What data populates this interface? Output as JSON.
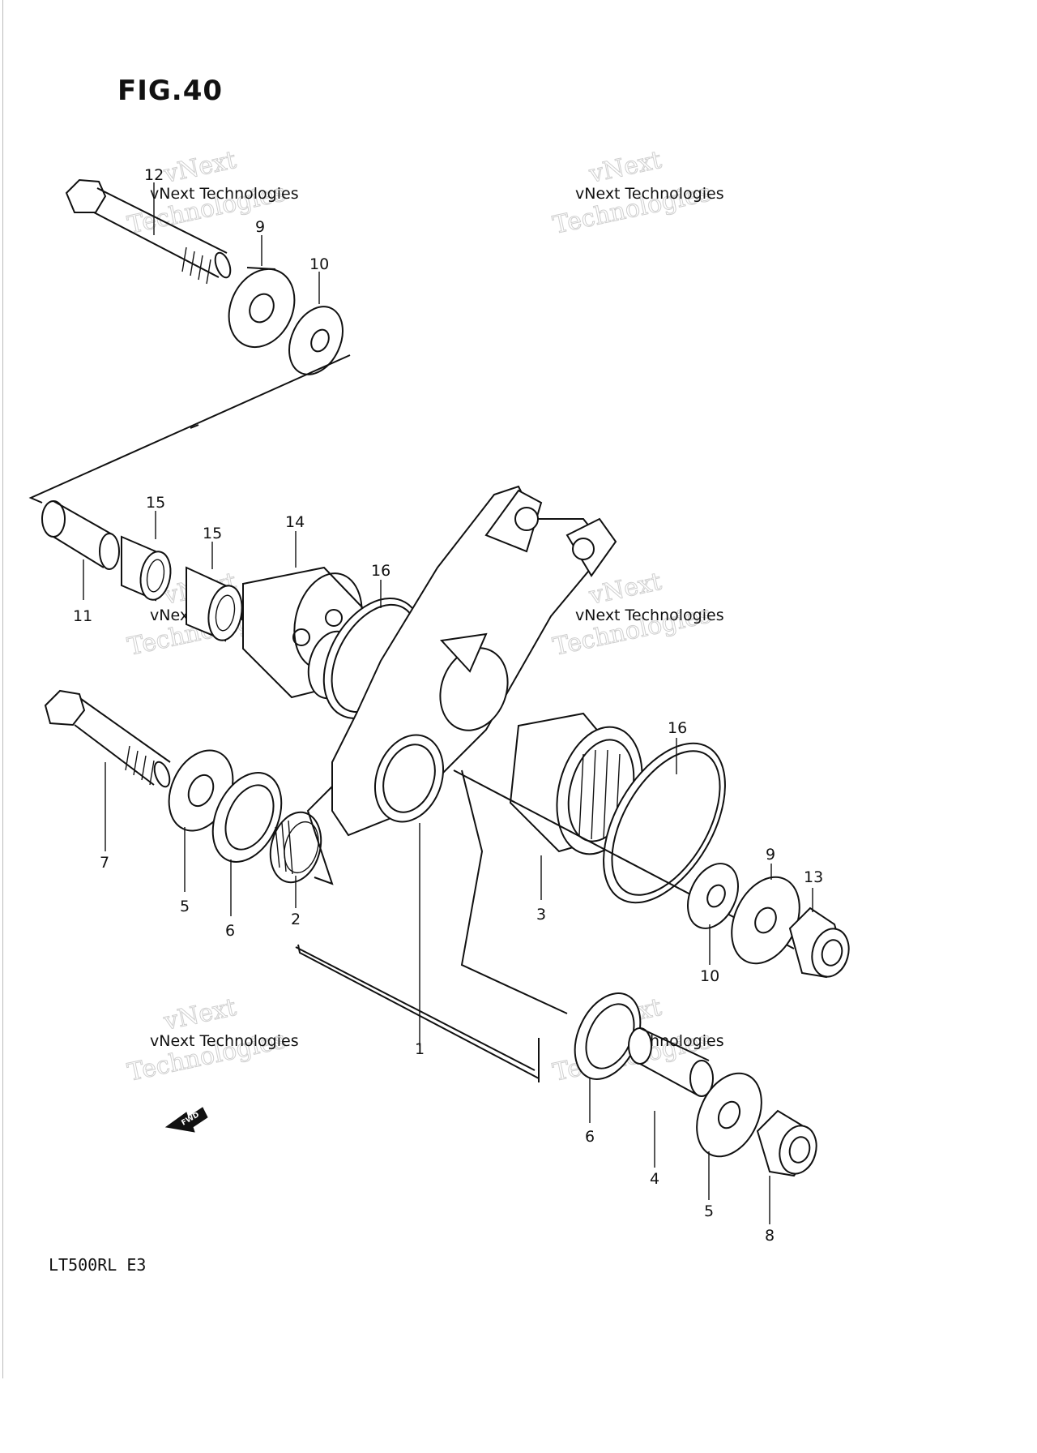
{
  "figure": {
    "title": "FIG.40",
    "model": "LT500RL  E3",
    "fwd_label": "FWD"
  },
  "watermark": {
    "brand_line": "vNext Technologies",
    "big_top": "vNext",
    "big_bottom": "Technologies"
  },
  "callouts": [
    "1",
    "2",
    "3",
    "4",
    "5",
    "5",
    "6",
    "6",
    "7",
    "8",
    "9",
    "9",
    "10",
    "10",
    "11",
    "12",
    "13",
    "14",
    "15",
    "15",
    "16",
    "16"
  ]
}
